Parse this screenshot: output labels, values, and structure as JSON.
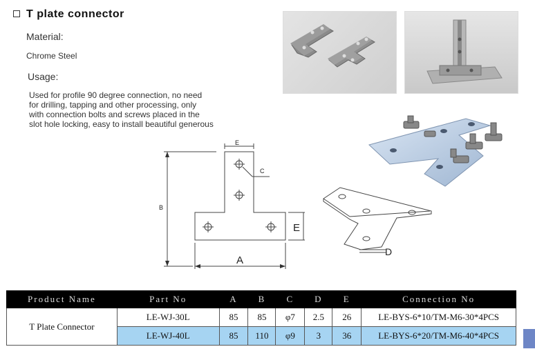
{
  "title": "T plate connector",
  "material_label": "Material:",
  "material_value": "Chrome Steel",
  "usage_label": "Usage:",
  "usage_lines": [
    "Used for profile 90 degree connection, no need",
    "for drilling, tapping and other processing, only",
    "with connection bolts and screws placed in the",
    "slot hole locking, easy to install beautiful generous"
  ],
  "drawing_labels": {
    "a": "A",
    "b": "B",
    "c": "C",
    "d": "D",
    "e": "E",
    "e_top": "E"
  },
  "table": {
    "headers": [
      "Product Name",
      "Part No",
      "A",
      "B",
      "C",
      "D",
      "E",
      "Connection No"
    ],
    "product_name": "T Plate Connector",
    "rows": [
      {
        "part_no": "LE-WJ-30L",
        "a": "85",
        "b": "85",
        "c": "φ7",
        "d": "2.5",
        "e": "26",
        "connection": "LE-BYS-6*10/TM-M6-30*4PCS"
      },
      {
        "part_no": "LE-WJ-40L",
        "a": "85",
        "b": "110",
        "c": "φ9",
        "d": "3",
        "e": "36",
        "connection": "LE-BYS-6*20/TM-M6-40*4PCS"
      }
    ]
  },
  "colors": {
    "highlight_row": "#a6d4f2",
    "header_bg": "#000000",
    "side_bar": "#6e86c6"
  }
}
